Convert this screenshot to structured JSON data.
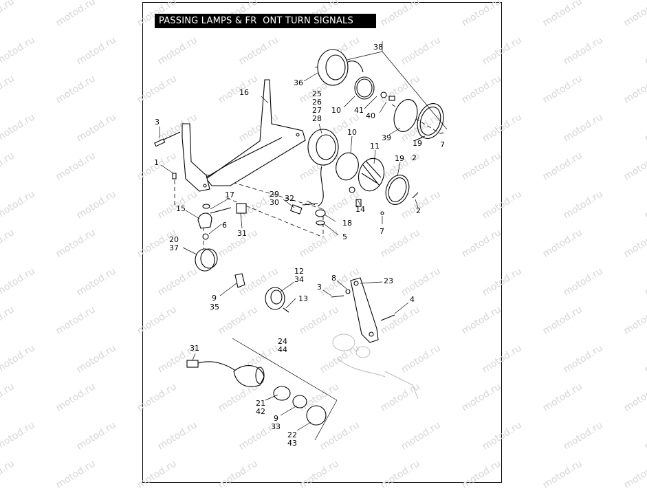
{
  "title": "PASSING LAMPS & FR  ONT TURN SIGNALS",
  "watermark": "motod.ru",
  "callouts": {
    "c38": "38",
    "c36": "36",
    "c10a": "10",
    "c41": "41",
    "c40": "40",
    "c39": "39",
    "c19a": "19",
    "c7a": "7",
    "c2a": "2",
    "c25": "25",
    "c26": "26",
    "c27": "27",
    "c28": "28",
    "c16": "16",
    "c3a": "3",
    "c1": "1",
    "c10b": "10",
    "c11": "11",
    "c19b": "19",
    "c2b": "2",
    "c7b": "7",
    "c29": "29",
    "c30": "30",
    "c32": "32",
    "c14": "14",
    "c18": "18",
    "c5": "5",
    "c17": "17",
    "c15": "15",
    "c6": "6",
    "c31a": "31",
    "c20": "20",
    "c37": "37",
    "c9a": "9",
    "c35": "35",
    "c12": "12",
    "c34": "34",
    "c13": "13",
    "c3b": "3",
    "c8": "8",
    "c23": "23",
    "c4": "4",
    "c31b": "31",
    "c24": "24",
    "c44": "44",
    "c21": "21",
    "c42": "42",
    "c9b": "9",
    "c33": "33",
    "c22": "22",
    "c43": "43"
  }
}
